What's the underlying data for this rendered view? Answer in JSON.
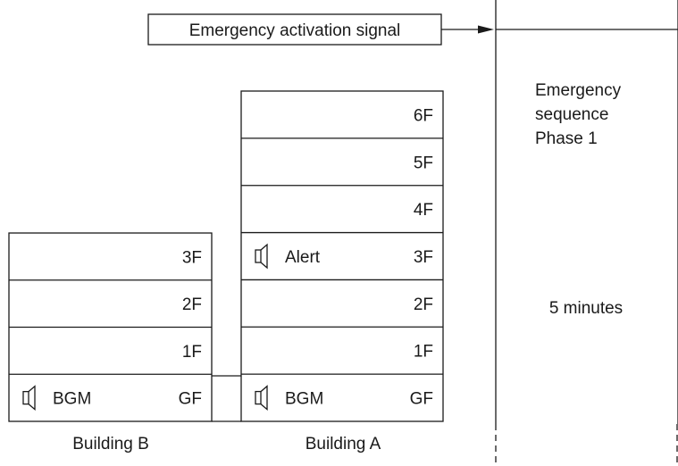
{
  "signal": {
    "label": "Emergency activation signal"
  },
  "timeline": {
    "phase_lines": [
      "Emergency",
      "sequence",
      "Phase 1"
    ],
    "duration": "5 minutes"
  },
  "building_a": {
    "name": "Building A",
    "floors": [
      {
        "floor": "6F",
        "speaker": null,
        "text": ""
      },
      {
        "floor": "5F",
        "speaker": null,
        "text": ""
      },
      {
        "floor": "4F",
        "speaker": null,
        "text": ""
      },
      {
        "floor": "3F",
        "speaker": "speaker-icon",
        "text": "Alert"
      },
      {
        "floor": "2F",
        "speaker": null,
        "text": ""
      },
      {
        "floor": "1F",
        "speaker": null,
        "text": ""
      },
      {
        "floor": "GF",
        "speaker": "speaker-icon",
        "text": "BGM"
      }
    ]
  },
  "building_b": {
    "name": "Building B",
    "floors": [
      {
        "floor": "3F",
        "speaker": null,
        "text": ""
      },
      {
        "floor": "2F",
        "speaker": null,
        "text": ""
      },
      {
        "floor": "1F",
        "speaker": null,
        "text": ""
      },
      {
        "floor": "GF",
        "speaker": "speaker-icon",
        "text": "BGM"
      }
    ]
  },
  "colors": {
    "stroke": "#1a1a1a",
    "background": "#ffffff"
  }
}
